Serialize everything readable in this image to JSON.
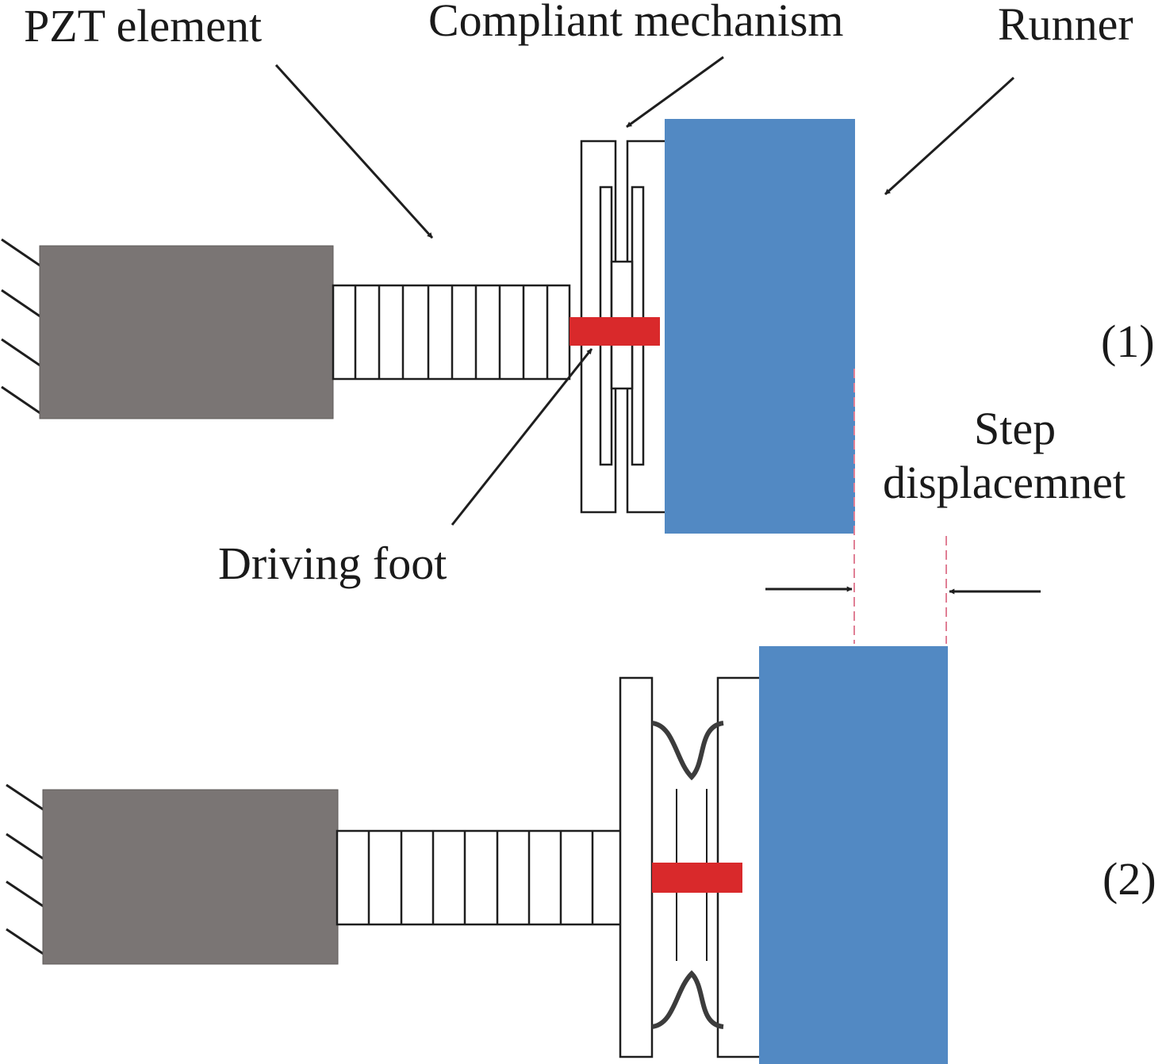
{
  "labels": {
    "pzt_element": "PZT element",
    "compliant_mechanism": "Compliant mechanism",
    "runner": "Runner",
    "driving_foot": "Driving foot",
    "step_line1": "Step",
    "step_line2": "displacemnet",
    "state_1": "(1)",
    "state_2": "(2)"
  },
  "colors": {
    "base_block": "#7a7574",
    "runner": "#5289c3",
    "driving_foot": "#d9292b",
    "outline": "#1e1e1e",
    "guide_line": "#e07f95",
    "background": "#ffffff"
  }
}
